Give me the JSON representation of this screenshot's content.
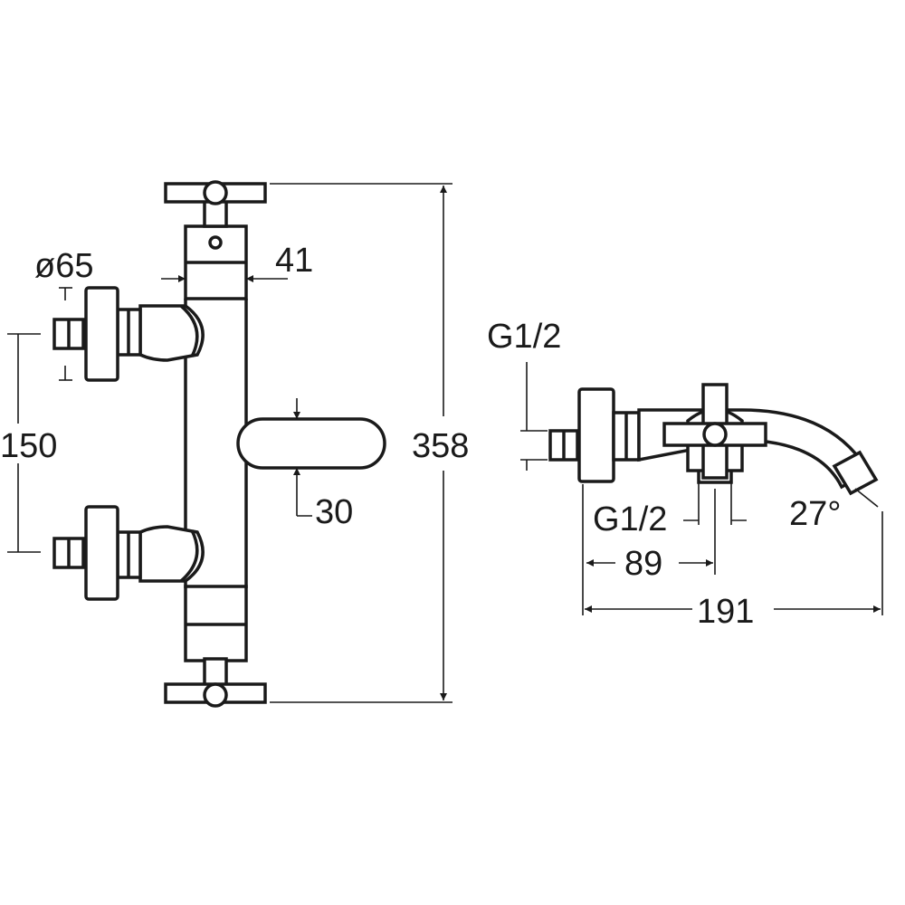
{
  "front_view": {
    "dim_diameter": "ø65",
    "dim_body_width": "41",
    "dim_inlet_spacing": "150",
    "dim_spout_height": "30",
    "dim_total_height": "358"
  },
  "side_view": {
    "dim_thread_top": "G1/2",
    "dim_thread_bottom": "G1/2",
    "dim_spout_angle": "27°",
    "dim_depth_short": "89",
    "dim_depth_total": "191"
  },
  "colors": {
    "line": "#1a1a1a",
    "background": "#ffffff"
  }
}
